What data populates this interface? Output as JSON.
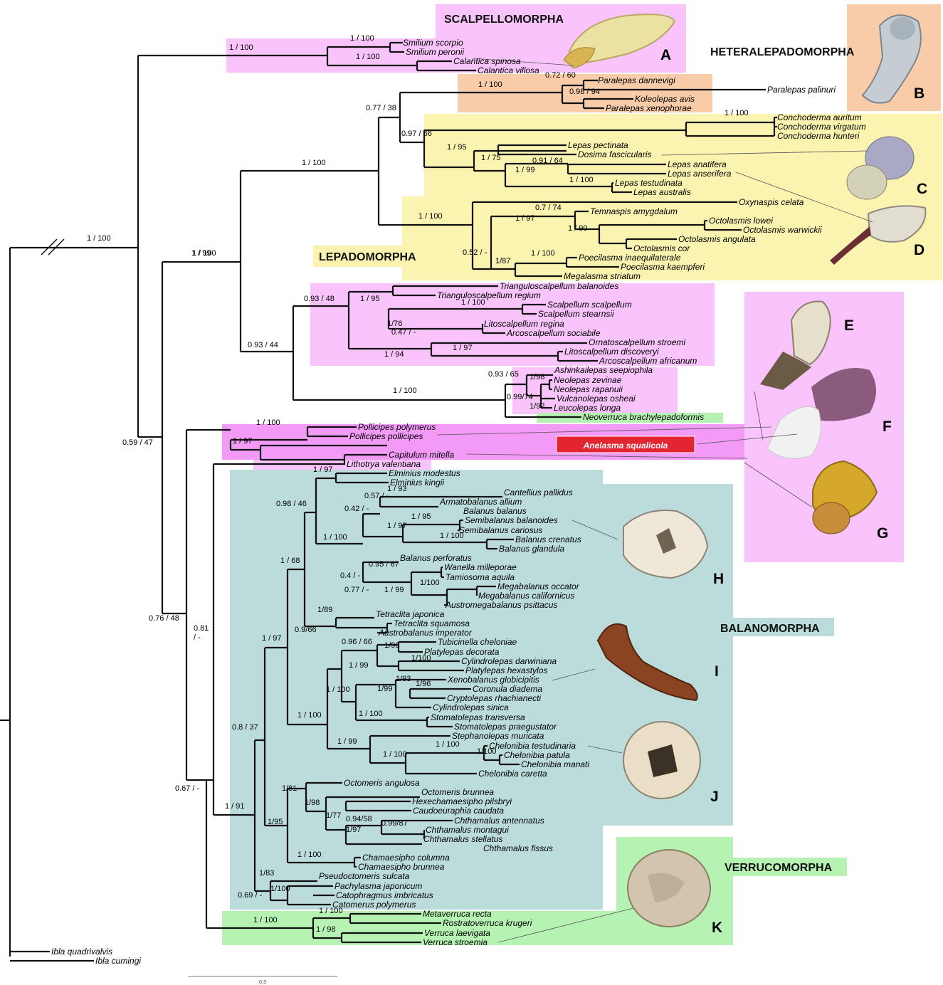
{
  "colors": {
    "scalpello": "#f9c3fb",
    "scalpello_strong": "#f29af6",
    "heteralepado": "#f8cca8",
    "lepado": "#fbf3b0",
    "balano": "#bcdcdc",
    "verruco": "#b6f3b2",
    "highlight": "#e32431",
    "branch": "#111111"
  },
  "groups": {
    "scalpellomorpha": "SCALPELLOMORPHA",
    "heteralepadomorpha": "HETERALEPADOMORPHA",
    "lepadomorpha": "LEPADOMORPHA",
    "balanomorpha": "BALANOMORPHA",
    "verrucomorpha": "VERRUCOMORPHA"
  },
  "plates": [
    "A",
    "B",
    "C",
    "D",
    "E",
    "F",
    "G",
    "H",
    "I",
    "J",
    "K"
  ],
  "highlight_taxon": "Anelasma squalicola",
  "scale_bar": "0.3",
  "taxa": [
    "Smilium scorpio",
    "Smilium peronii",
    "Calantica spinosa",
    "Calantica villosa",
    "Paralepas dannevigi",
    "Paralepas palinuri",
    "Koleolepas avis",
    "Paralepas xenophorae",
    "Conchoderma auritum",
    "Conchoderma virgatum",
    "Conchoderma hunteri",
    "Lepas pectinata",
    "Dosima fascicularis",
    "Lepas anatifera",
    "Lepas anserifera",
    "Lepas testudinata",
    "Lepas australis",
    "Oxynaspis celata",
    "Temnaspis amygdalum",
    "Octolasmis lowei",
    "Octolasmis warwickii",
    "Octolasmis angulata",
    "Octolasmis cor",
    "Poecilasma inaequilaterale",
    "Poecilasma kaempferi",
    "Megalasma striatum",
    "Trianguloscalpellum balanoides",
    "Trianguloscalpellum regium",
    "Scalpellum scalpellum",
    "Scalpellum stearnsii",
    "Litoscalpellum regina",
    "Arcoscalpellum sociabile",
    "Ornatoscalpellum stroemi",
    "Litoscalpellum discoveryi",
    "Arcoscalpellum africanum",
    "Ashinkailepas seepiophila",
    "Neolepas zevinae",
    "Neolepas rapanuii",
    "Vulcanolepas osheai",
    "Leucolepas longa",
    "Neoverruca brachylepadoformis",
    "Pollicipes polymerus",
    "Pollicipes pollicipes",
    "Capitulum mitella",
    "Lithotrya valentiana",
    "Elminius modestus",
    "Elminius kingii",
    "Cantellius pallidus",
    "Armatobalanus allium",
    "Balanus balanus",
    "Semibalanus balanoides",
    "Semibalanus cariosus",
    "Balanus crenatus",
    "Balanus glandula",
    "Balanus perforatus",
    "Wanella milleporae",
    "Tamiosoma aquila",
    "Megabalanus occator",
    "Megabalanus californicus",
    "Austromegabalanus psittacus",
    "Tetraclita japonica",
    "Tetraclita squamosa",
    "Austrobalanus imperator",
    "Tubicinella cheloniae",
    "Platylepas decorata",
    "Cylindrolepas darwiniana",
    "Platylepas hexastylos",
    "Xenobalanus globicipitis",
    "Coronula diadema",
    "Cryptolepas rhachianecti",
    "Cylindrolepas sinica",
    "Stomatolepas transversa",
    "Stomatolepas praegustator",
    "Stephanolepas muricata",
    "Chelonibia testudinaria",
    "Chelonibia patula",
    "Chelonibia manati",
    "Chelonibia caretta",
    "Octomeris angulosa",
    "Octomeris brunnea",
    "Hexechamaesipho pilsbryi",
    "Caudoeuraphia caudata",
    "Chthamalus antennatus",
    "Chthamalus montagui",
    "Chthamalus stellatus",
    "Chthamalus fissus",
    "Chamaesipho columna",
    "Chamaesipho brunnea",
    "Pseudoctomeris sulcata",
    "Pachylasma japonicum",
    "Catophragmus imbricatus",
    "Catomerus polymerus",
    "Metaverruca recta",
    "Rostratoverruca krugeri",
    "Verruca laevigata",
    "Verruca stroemia",
    "Ibla quadrivalvis",
    "Ibla cumingi"
  ],
  "supports": [
    "1 / 100",
    "1 / 100",
    "1 / 100",
    "1 / 100",
    "0.72 / 60",
    "1 / 100",
    "0.98 / 94",
    "0.77 / 38",
    "1 / 100",
    "1 / 100",
    "0.97 / 66",
    "1 / 95",
    "1 / 75",
    "0.91 / 64",
    "1 / 99",
    "1 / 100",
    "1 / 100",
    "0.7 / 74",
    "1 / 97",
    "1 / 90",
    "0.52 / -",
    "1 / 100",
    "1/87",
    "1 / 100",
    "1 / 99",
    "0.93 / 48",
    "1 / 95",
    "1 / 100",
    "1/76",
    "0.47 / -",
    "1 / 97",
    "1 / 94",
    "0.93 / 44",
    "0.93 / 65",
    "1/98",
    "0.99/74",
    "1/92",
    "1 / 100",
    "0.59 / 47",
    "1 / 100",
    "1 / 97",
    "1 / 97",
    "1 / 93",
    "0.57 / -",
    "0.98 / 46",
    "0.42 / -",
    "1 / 95",
    "1 / 97",
    "1 / 100",
    "1 / 100",
    "1 / 68",
    "0.95 / 67",
    "0.4 / -",
    "1/100",
    "0.77 / -",
    "1 / 99",
    "1/89",
    "0.9/66",
    "0.76 / 48",
    "0.81\n/ -",
    "1 / 97",
    "0.96 / 66",
    "1/96",
    "1/100",
    "1 / 99",
    "1/93",
    "1/96",
    "1/99",
    "1 / 100",
    "1 / 100",
    "1 / 100",
    "0.8 / 37",
    "1 / 100",
    "1/100",
    "1 / 99",
    "1 / 100",
    "1/81",
    "1/98",
    "1/77",
    "0.94/58",
    "0.99/87",
    "1/97",
    "1/95",
    "1 / 91",
    "0.67 / -",
    "1 / 100",
    "1/83",
    "1/100",
    "0.69 / -",
    "1 / 100",
    "1 / 100",
    "1 / 98"
  ]
}
